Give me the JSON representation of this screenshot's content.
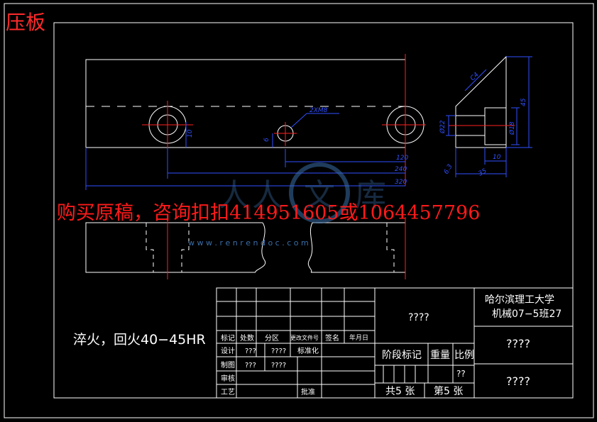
{
  "drawing_title": "压板",
  "watermark_text": "购买原稿，咨询扣扣414951605或1064457796",
  "watermark_url": "w w w . r e n r e n d o c . c o m",
  "heat_treatment_note": "淬火，回火40−45HR",
  "dimensions": {
    "front_view": {
      "hole_label": "2XM8",
      "d_10": "10",
      "d_6": "6",
      "d_120": "120",
      "d_240": "240",
      "d_320": "320"
    },
    "side_view": {
      "chamfer": "C4",
      "height_45": "45",
      "bore_22": "Ø22",
      "bore_18": "Ø18",
      "depth_10": "10",
      "r_6_3": "6.3",
      "width_35": "35"
    }
  },
  "title_block": {
    "school": "哈尔滨理工大学",
    "class_name": "机械07−5班27",
    "drawing_name": "????",
    "material": "????",
    "drawing_no": "????",
    "headers": {
      "mark": "标记",
      "count": "处数",
      "zone": "分区",
      "change_doc": "更改文件号",
      "signature": "签名",
      "date": "年月日",
      "stage_mark": "阶段标记",
      "weight": "重量",
      "scale": "比例"
    },
    "rows": {
      "design": "设计",
      "design_name": "???",
      "design_date": "????",
      "standardize": "标准化",
      "draft": "制图",
      "draft_name": "???",
      "draft_date": "????",
      "review": "审核",
      "process": "工艺",
      "approve": "批准"
    },
    "scale_value": "??",
    "sheets_total": "共5 张",
    "sheet_no": "第5 张"
  },
  "colors": {
    "outline": "#ffffff",
    "dimension": "#3050ff",
    "centerline": "#ff2020",
    "background": "#000000"
  }
}
